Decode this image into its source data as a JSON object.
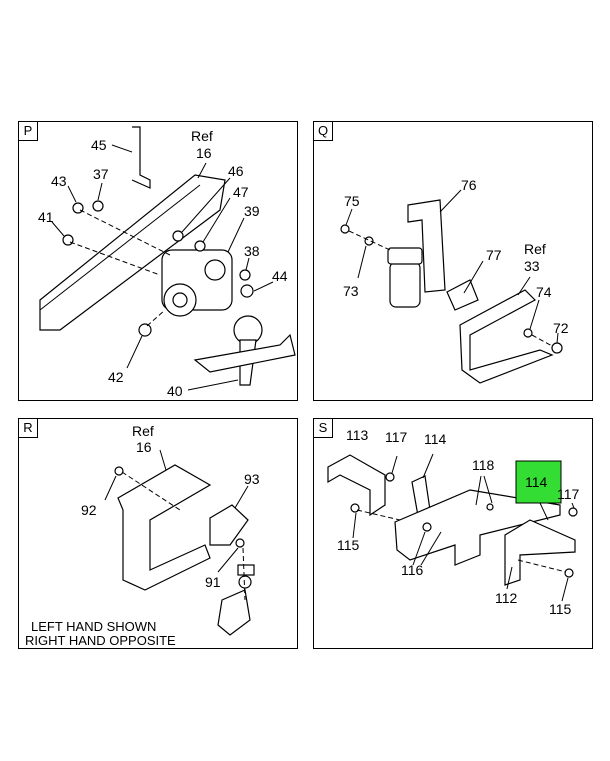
{
  "panels": {
    "P": {
      "letter": "P",
      "ref": "Ref",
      "labels": [
        "45",
        "16",
        "43",
        "37",
        "46",
        "47",
        "41",
        "39",
        "38",
        "44",
        "42",
        "40"
      ]
    },
    "Q": {
      "letter": "Q",
      "ref": "Ref",
      "labels": [
        "76",
        "75",
        "77",
        "33",
        "73",
        "74",
        "72"
      ]
    },
    "R": {
      "letter": "R",
      "ref": "Ref",
      "labels": [
        "16",
        "93",
        "92",
        "91"
      ],
      "note_line1": "LEFT HAND SHOWN",
      "note_line2": "RIGHT HAND OPPOSITE"
    },
    "S": {
      "letter": "S",
      "labels": [
        "113",
        "117",
        "114",
        "118",
        "114",
        "117",
        "115",
        "116",
        "112",
        "115"
      ],
      "highlight_color": "#33dd33"
    }
  }
}
